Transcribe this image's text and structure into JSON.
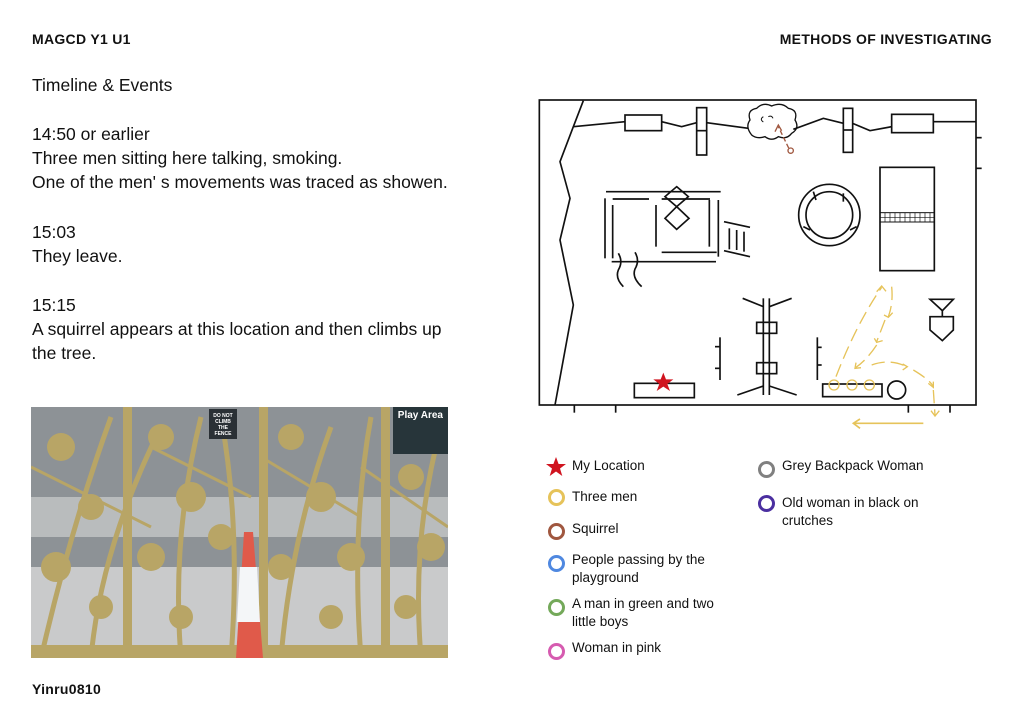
{
  "header": {
    "left": "MAGCD Y1 U1",
    "right": "METHODS OF INVESTIGATING"
  },
  "title": "Timeline & Events",
  "events": [
    {
      "time": "14:50 or earlier",
      "lines": [
        "Three men sitting here talking, smoking.",
        "One of the men' s movements was traced as showen."
      ]
    },
    {
      "time": "15:03",
      "lines": [
        "They leave."
      ]
    },
    {
      "time": "15:15",
      "lines": [
        "A squirrel appears at this location and then climbs up",
        "the tree."
      ]
    }
  ],
  "photo": {
    "sign1": "DO NOT CLIMB THE FENCE",
    "sign2": "Play Area"
  },
  "legend": [
    {
      "label": "My Location",
      "color": "#d0141f",
      "icon": "star"
    },
    {
      "label": "Three men",
      "color": "#e6c35a"
    },
    {
      "label": "Squirrel",
      "color": "#a0573f"
    },
    {
      "label": "People passing by the playground",
      "color": "#4f88e0"
    },
    {
      "label": "A man in green and two little boys",
      "color": "#74a95a"
    },
    {
      "label": "Woman in pink",
      "color": "#d65bb0"
    },
    {
      "label": "Grey Backpack Woman",
      "color": "#808080"
    },
    {
      "label": "Old woman in black on crutches",
      "color": "#4b2fa0"
    }
  ],
  "footer": "Yinru0810"
}
